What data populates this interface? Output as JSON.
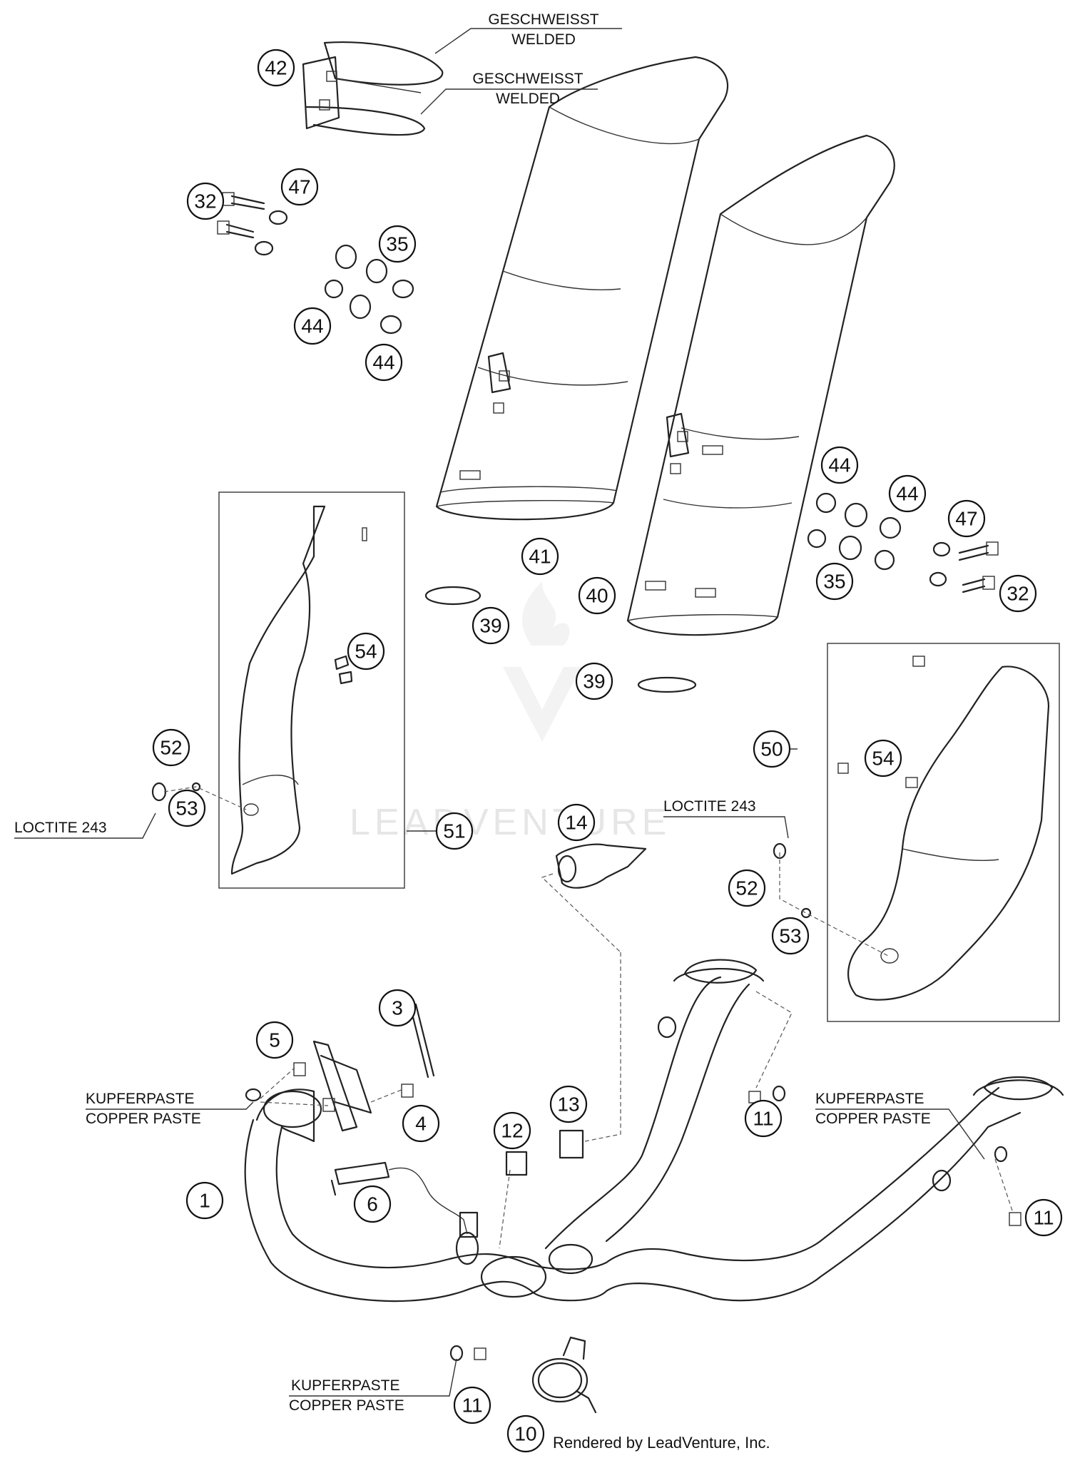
{
  "watermark": "LEADVENTURE",
  "footer": "Rendered by LeadVenture, Inc.",
  "notes": {
    "welded_de": "GESCHWEISST",
    "welded_en": "WELDED",
    "loctite": "LOCTITE 243",
    "copper_de": "KUPFERPASTE",
    "copper_en": "COPPER PASTE"
  },
  "callouts": [
    "42",
    "32",
    "47",
    "35",
    "44",
    "44",
    "41",
    "40",
    "39",
    "39",
    "54",
    "51",
    "52",
    "53",
    "50",
    "54",
    "44",
    "44",
    "47",
    "35",
    "32",
    "14",
    "52",
    "53",
    "3",
    "5",
    "4",
    "13",
    "12",
    "11",
    "6",
    "1",
    "11",
    "11",
    "10"
  ]
}
